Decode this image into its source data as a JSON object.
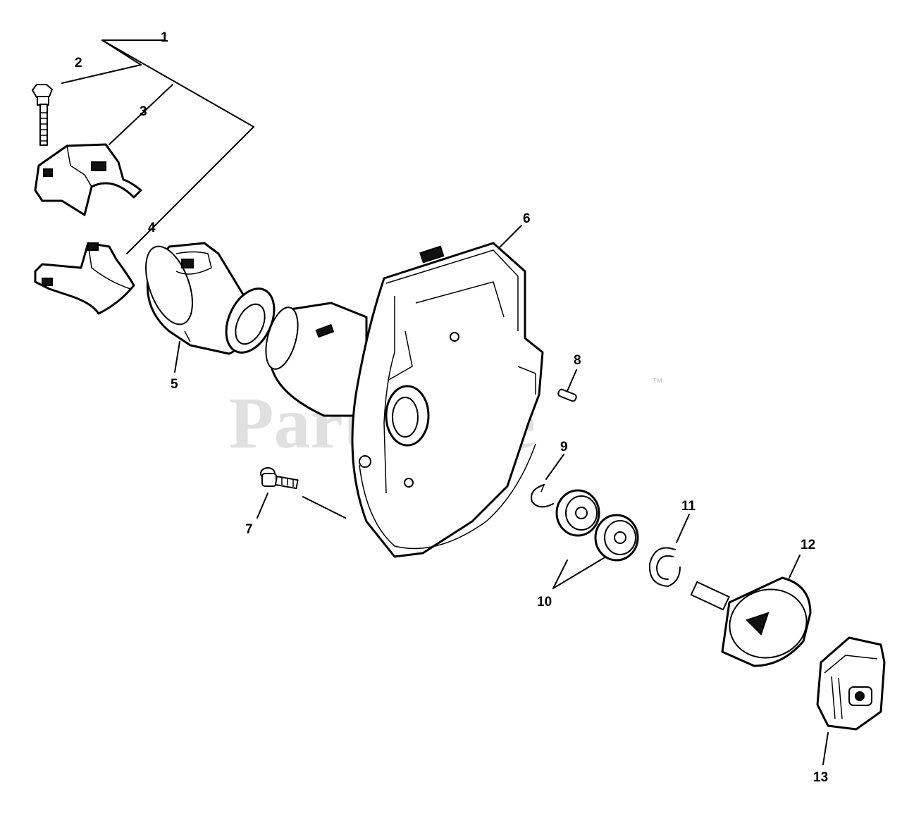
{
  "watermark": {
    "text": "PartsTree",
    "trademark": "™"
  },
  "callouts": [
    {
      "id": "1",
      "label": "1"
    },
    {
      "id": "2",
      "label": "2"
    },
    {
      "id": "3",
      "label": "3"
    },
    {
      "id": "4",
      "label": "4"
    },
    {
      "id": "5",
      "label": "5"
    },
    {
      "id": "6",
      "label": "6"
    },
    {
      "id": "7",
      "label": "7"
    },
    {
      "id": "8",
      "label": "8"
    },
    {
      "id": "9",
      "label": "9"
    },
    {
      "id": "10",
      "label": "10"
    },
    {
      "id": "11",
      "label": "11"
    },
    {
      "id": "12",
      "label": "12"
    },
    {
      "id": "13",
      "label": "13"
    }
  ]
}
